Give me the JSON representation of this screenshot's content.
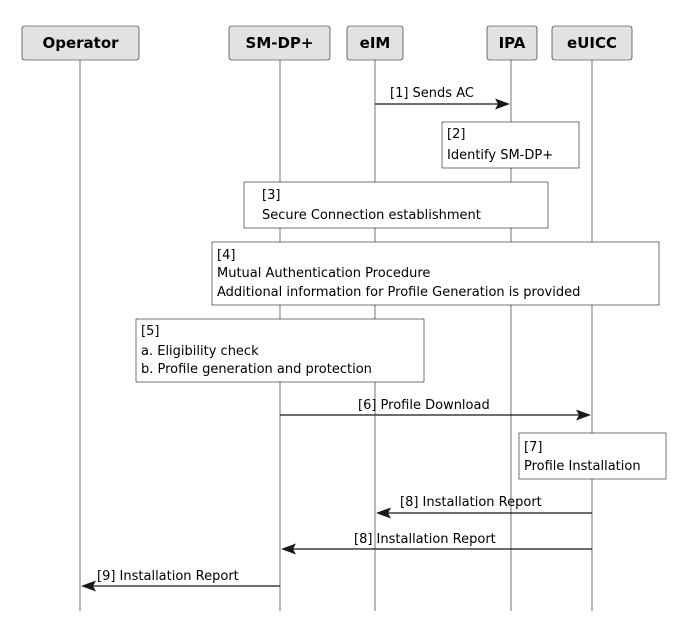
{
  "participants": [
    {
      "id": "operator",
      "label": "Operator"
    },
    {
      "id": "smdp",
      "label": "SM-DP+"
    },
    {
      "id": "eim",
      "label": "eIM"
    },
    {
      "id": "ipa",
      "label": "IPA"
    },
    {
      "id": "euicc",
      "label": "eUICC"
    }
  ],
  "notes": [
    {
      "lines": [
        "[2]",
        "Identify SM-DP+"
      ]
    },
    {
      "lines": [
        "[3]",
        "Secure Connection establishment"
      ]
    },
    {
      "lines": [
        "[4]",
        "Mutual Authentication Procedure",
        "Additional information for Profile Generation is provided"
      ]
    },
    {
      "lines": [
        "[5]",
        "a. Eligibility check",
        "b. Profile generation and protection"
      ]
    },
    {
      "lines": [
        "[7]",
        "Profile Installation"
      ]
    }
  ],
  "messages": [
    {
      "from": "eim",
      "to": "ipa",
      "label": "[1] Sends AC"
    },
    {
      "from": "smdp",
      "to": "euicc",
      "label": "[6] Profile Download"
    },
    {
      "from": "euicc",
      "to": "eim",
      "label": "[8] Installation Report"
    },
    {
      "from": "euicc",
      "to": "smdp",
      "label": "[8] Installation Report"
    },
    {
      "from": "smdp",
      "to": "operator",
      "label": "[9] Installation Report"
    }
  ]
}
